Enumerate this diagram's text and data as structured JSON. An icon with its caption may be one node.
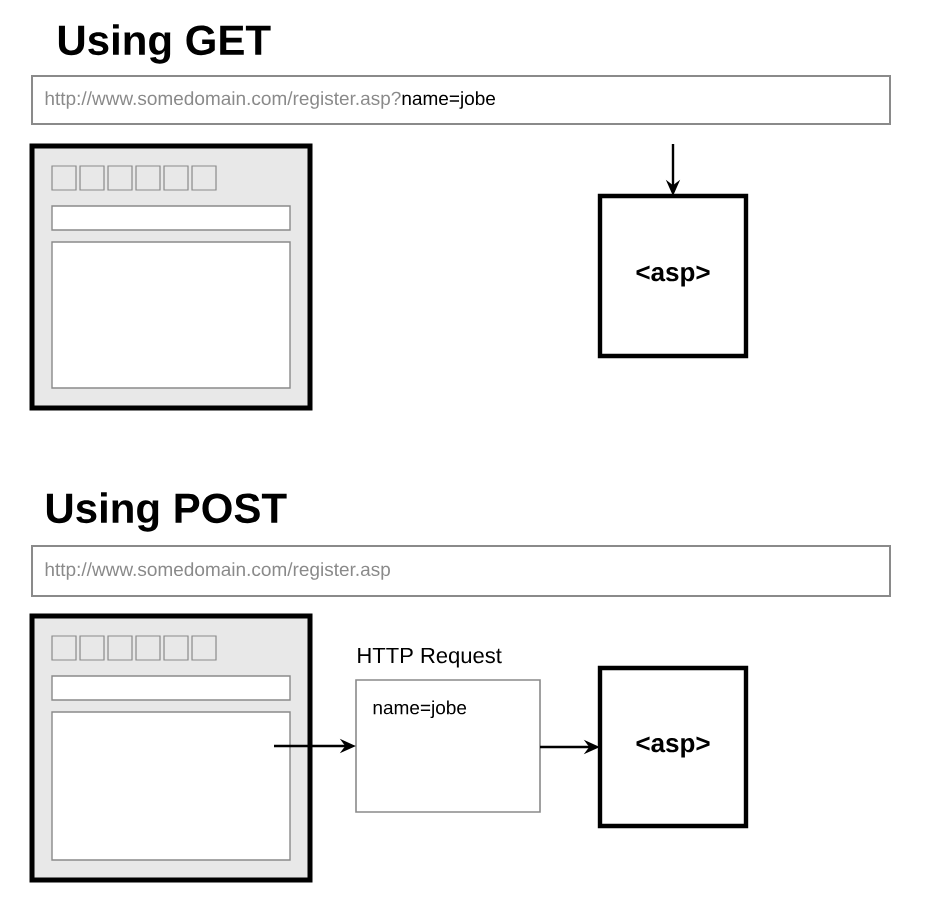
{
  "diagram": {
    "nodes": [
      {
        "text": [
          "http://www.somedomain.com/register.asp?",
          "name=jobe"
        ]
      },
      {
        "text": [],
        "shape": "box"
      },
      {
        "text": [
          "<asp>"
        ]
      },
      {
        "text": [
          "http://www.somedomain.com/register.asp"
        ]
      },
      {
        "text": [],
        "shape": "box"
      },
      {
        "text": [
          "HTTP Request",
          "name=jobe"
        ]
      },
      {
        "text": [
          "<asp>"
        ]
      }
    ],
    "edges": [
      {
        "from": 0,
        "to": 2,
        "arrow": "to"
      },
      {
        "from": 4,
        "to": 5,
        "arrow": "to"
      },
      {
        "from": 5,
        "to": 6,
        "arrow": "to"
      }
    ],
    "labels": [
      "Using GET",
      "Using POST"
    ]
  }
}
